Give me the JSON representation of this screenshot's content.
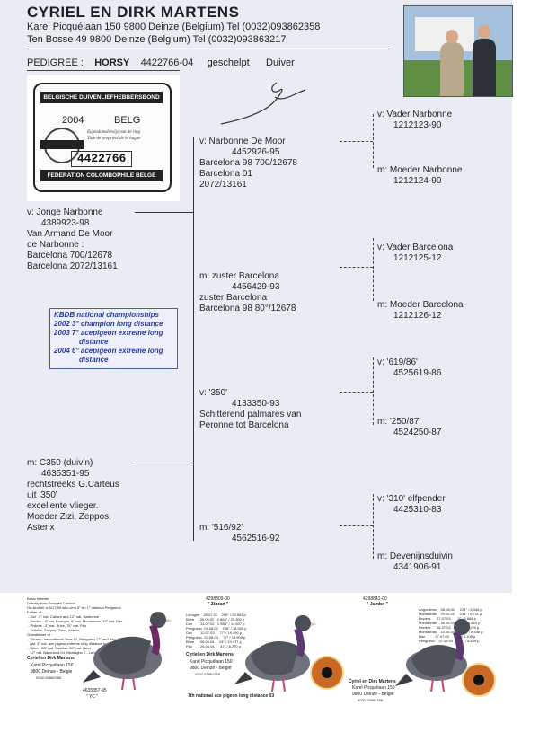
{
  "header": {
    "title": "CYRIEL EN DIRK MARTENS",
    "line1": "Karel Picquélaan 150 9800 Deinze (Belgium)   Tel (0032)093862358",
    "line2": "Ten Bosse 49 9800 Deinze (Belgium)   Tel (0032)093863217",
    "pedigree_label": "PEDIGREE :",
    "bird_name": "HORSY",
    "ring": "4422766-04",
    "color": "geschelpt",
    "sex": "Duiver"
  },
  "certificate": {
    "top": "BELGISCHE DUIVENLIEFHEBBERSBOND",
    "year": "2004",
    "country": "BELG",
    "small1": "Eigendomsbewijs van de ring",
    "small2": "Titre de propriété de la bague",
    "number": "4422766",
    "bottom": "FEDERATION COLOMBOPHILE BELGE"
  },
  "tree": {
    "father": {
      "l1": "v: Jonge Narbonne",
      "l2": "4389923-98",
      "l3": "Van Armand De Moor",
      "l4": "de Narbonne :",
      "l5": "Barcelona 700/12678",
      "l6": "Barcelona 2072/13161"
    },
    "mother": {
      "l1": "m: C350 (duivin)",
      "l2": "4635351-95",
      "l3": "rechtstreeks G.Carteus",
      "l4": "uit '350'",
      "l5": "excellente vlieger.",
      "l6": "Moeder Zizi, Zeppos,",
      "l7": "Asterix"
    },
    "ff": {
      "l1": "v: Narbonne De Moor",
      "l2": "4452926-95",
      "l3": "Barcelona 98 700/12678",
      "l4": "Barcelona 01",
      "l5": "2072/13161"
    },
    "fm": {
      "l1": "m: zuster Barcelona",
      "l2": "4456429-93",
      "l3": "zuster Barcelona",
      "l4": "Barcelona 98 80°/12678"
    },
    "mf": {
      "l1": "v: '350'",
      "l2": "4133350-93",
      "l3": "Schitterend palmares van",
      "l4": "Peronne tot Barcelona"
    },
    "mm": {
      "l1": "m: '516/92'",
      "l2": "4562516-92"
    },
    "fff": {
      "l1": "v: Vader Narbonne",
      "l2": "1212123-90"
    },
    "ffm": {
      "l1": "m: Moeder Narbonne",
      "l2": "1212124-90"
    },
    "fmf": {
      "l1": "v: Vader Barcelona",
      "l2": "1212125-12"
    },
    "fmm": {
      "l1": "m: Moeder Barcelona",
      "l2": "1212126-12"
    },
    "mff": {
      "l1": "v: '619/86'",
      "l2": "4525619-86"
    },
    "mfm": {
      "l1": "m: '250/87'",
      "l2": "4524250-87"
    },
    "mmf": {
      "l1": "v: '310' elfpender",
      "l2": "4425310-83"
    },
    "mmm": {
      "l1": "m: Devenijnsduivin",
      "l2": "4341906-91"
    }
  },
  "kbdb": {
    "title": "KBDB national championships",
    "l1": "2002 3° champion long distance",
    "l2": "2003 7° acepigeon extreme long",
    "l3": "distance",
    "l4": "2004 6° acepigeon extreme long",
    "l5": "distance"
  },
  "panels": {
    "p1": {
      "text": "Basic breeder\nDirectly from Georges Carteus\nHis brother is 5/17/99 who won 6° en 1° national Perigueux\nFather of :\n - Zizi : 9° nat. Cahors and 12° nat. Narbonne\n - Zumbo : 3° nat. Bourges, 6° nat. Montauban, 32° nat. Dax\n - Phileas : 3° nat. Brive, 75° nat. Pau\n - Violette, Zeppos, Zorro, Asterix, ...\nGrandfather of :\n - Zinzan : international 2ace 97, Perigueux 7°° and Pau 42°\n   nat. 3° nat. ace pigeon extreme long distance in 2003\n - Bitter : 83° nat. Souillac, 80° nat. Brive\n   12° nat. Barcelona 04 (Middagbo 2 - Landegem)",
      "owner1": "Cyriel en Dirk Martens",
      "owner2": "Karel Picquélaan 150",
      "owner3": "9800 Deinze - Belgie",
      "owner4": "0032-93862358",
      "ring": "4635357-95",
      "name": "\" YC \""
    },
    "p2": {
      "ring": "4298809-00",
      "name": "\" Zinzan \"",
      "races": "Limoges    25.07.01    298° / 23.563 p\nBrive      26.06.02   2.868° / 25.350 p\nDax        14.07.02   1.985° / 14.507 p\nPerigueux  04.08.02    798° / 18.269 p\nDax        12.07.03     77° / 19.490 p\nPerigueux  02.08.03     77° / 16.900 p\nBrive      06.06.04     13° / 19.477 p\nPau        26.06.04      47° / 8.270 p",
      "owner1": "Cyriel en Dirk Martens",
      "owner2": "Karel Picquélaan 150",
      "owner3": "9800 Deinze - Belgie",
      "owner4": "0032-93862358",
      "caption": "7th national ace pigeon long distance 03"
    },
    "p3": {
      "ring": "4298841-00",
      "name": "\" Jumbo \"",
      "races": "Angouleme    08.06.02     224° / 5.346 p\nMontauban    29.06.02     233° / 6.711 p\nBeziers      27.07.03       3° / 5.886 p\nMontauban    28.06.03       2° / 5.663 p\nBeziers      26.07.03   1.477° / 6.326 p\nMontauban    13.06.04   1.532° / 8.536 p\nDax          27.07.04      36° / 6.108 p\nPerigueux    07.08.04      87° / 6.489 p",
      "owner1": "Cyriel en Dirk Martens",
      "owner2": "Karel Picquélaan 150",
      "owner3": "9800 Deinze - Belgie",
      "owner4": "0032-93862358"
    }
  }
}
